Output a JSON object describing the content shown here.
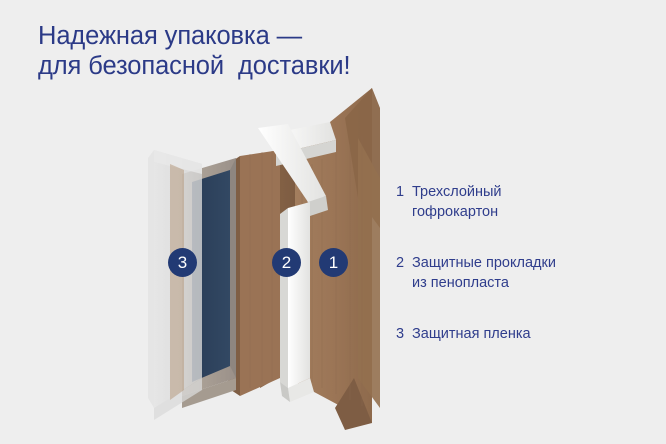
{
  "page": {
    "background_color": "#eeeeee",
    "accent_color": "#2b3a87",
    "badge_color": "#223a74",
    "cardboard_color": "#9b7556",
    "foam_color": "#f2f2f0",
    "film_color": "#dcdcdc",
    "panel_color": "#2c4059"
  },
  "title": {
    "line1": "Надежная упаковка —",
    "line2": "для безопасной  доставки!"
  },
  "diagram": {
    "name": "packaging-layers-exploded-view",
    "badges": [
      {
        "number": "3",
        "layer": "protective-film"
      },
      {
        "number": "2",
        "layer": "foam-pads"
      },
      {
        "number": "1",
        "layer": "corrugated-cardboard"
      }
    ]
  },
  "legend": {
    "items": [
      {
        "number": "1",
        "text": "Трехслойный\nгофрокартон"
      },
      {
        "number": "2",
        "text": "Защитные прокладки\nиз пенопласта"
      },
      {
        "number": "3",
        "text": "Защитная пленка"
      }
    ]
  }
}
